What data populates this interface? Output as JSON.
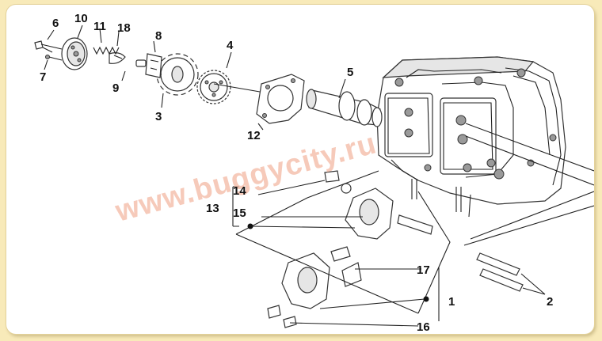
{
  "watermark": "www.buggycity.ru",
  "callouts": {
    "c1": "1",
    "c2": "2",
    "c3": "3",
    "c4": "4",
    "c5": "5",
    "c6": "6",
    "c7": "7",
    "c8": "8",
    "c9": "9",
    "c10": "10",
    "c11": "11",
    "c12": "12",
    "c13": "13",
    "c14": "14",
    "c15": "15",
    "c16": "16",
    "c17": "17",
    "c18": "18"
  },
  "colors": {
    "background": "#f8eab9",
    "panel": "#ffffff",
    "watermark": "#f4b9a4"
  }
}
